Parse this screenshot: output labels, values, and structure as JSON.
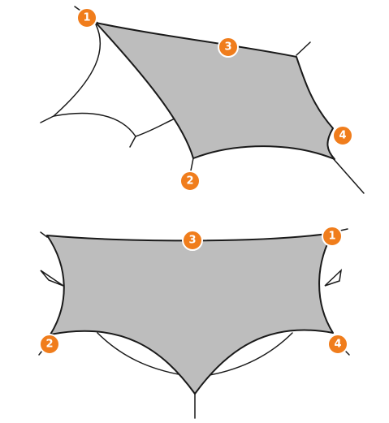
{
  "colors": {
    "tarp_fill": "#bdbdbd",
    "outline": "#1a1a1a",
    "badge": "#f07d1c"
  },
  "top_view": {
    "markers": [
      {
        "id": "top-marker-1",
        "label": "1"
      },
      {
        "id": "top-marker-2",
        "label": "2"
      },
      {
        "id": "top-marker-3",
        "label": "3"
      },
      {
        "id": "top-marker-4",
        "label": "4"
      }
    ]
  },
  "front_view": {
    "markers": [
      {
        "id": "front-marker-1",
        "label": "1"
      },
      {
        "id": "front-marker-2",
        "label": "2"
      },
      {
        "id": "front-marker-3",
        "label": "3"
      },
      {
        "id": "front-marker-4",
        "label": "4"
      }
    ]
  }
}
